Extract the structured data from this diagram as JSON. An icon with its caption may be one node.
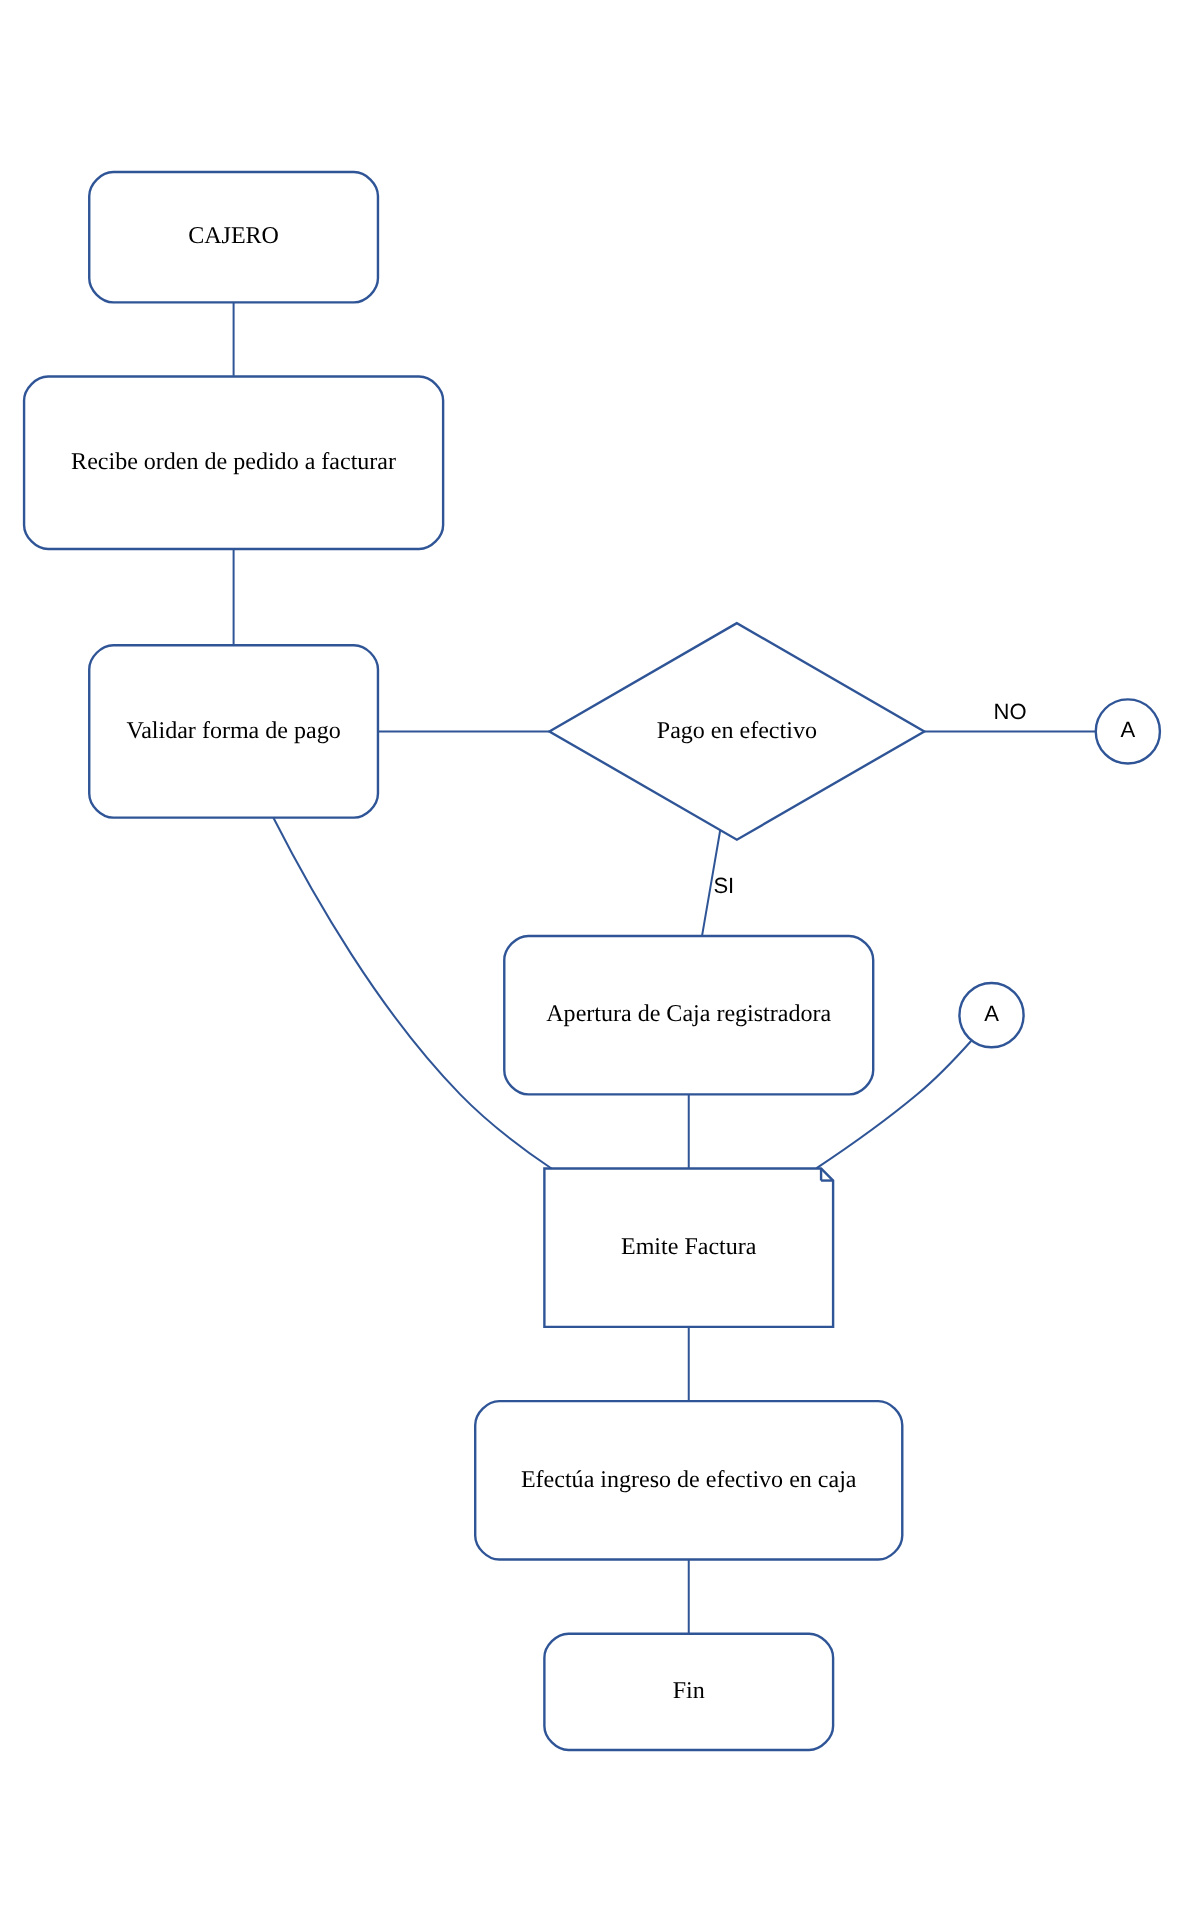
{
  "diagram": {
    "nodes": [
      {
        "text": [
          "CAJERO"
        ]
      },
      {
        "text": [
          "Recibe orden de pedido a facturar"
        ]
      },
      {
        "text": [
          "Validar forma de pago"
        ]
      },
      {
        "text": [
          "Pago en efectivo"
        ]
      },
      {
        "text": [
          "A"
        ]
      },
      {
        "text": [
          "Apertura de Caja registradora"
        ]
      },
      {
        "text": [
          "A"
        ]
      },
      {
        "text": [
          "Emite Factura"
        ]
      },
      {
        "text": [
          "Efectúa ingreso de efectivo en caja"
        ]
      },
      {
        "text": [
          "Fin"
        ]
      }
    ],
    "edges": [
      {
        "from": 0,
        "to": 1,
        "arrow": "none"
      },
      {
        "from": 1,
        "to": 2,
        "arrow": "none"
      },
      {
        "from": 2,
        "to": 3,
        "arrow": "none"
      },
      {
        "from": 3,
        "to": 4,
        "arrow": "none",
        "label": "NO"
      },
      {
        "from": 3,
        "to": 5,
        "arrow": "none",
        "label": "SI"
      },
      {
        "from": 2,
        "to": 7,
        "arrow": "none"
      },
      {
        "from": 6,
        "to": 7,
        "arrow": "none"
      },
      {
        "from": 5,
        "to": 7,
        "arrow": "none"
      },
      {
        "from": 7,
        "to": 8,
        "arrow": "none"
      },
      {
        "from": 8,
        "to": 9,
        "arrow": "none"
      }
    ]
  }
}
